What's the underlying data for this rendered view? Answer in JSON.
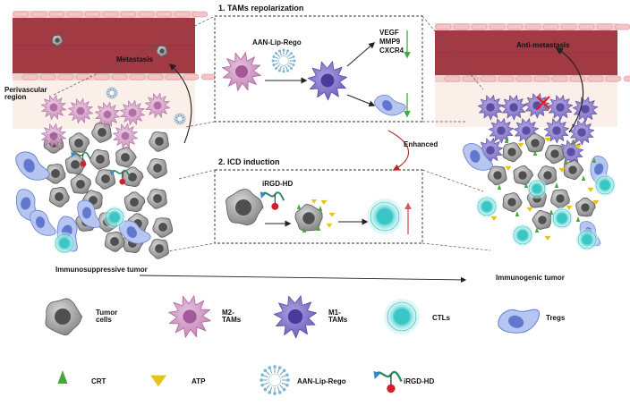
{
  "panel1": {
    "title": "1. TAMs repolarization",
    "drug": "AAN-Lip-Rego",
    "markers": [
      "VEGF",
      "MMP9",
      "CXCR4"
    ]
  },
  "panel2": {
    "title": "2. ICD induction",
    "drug": "iRGD-HD"
  },
  "enhanced": "Enhanced",
  "left": {
    "vessel_label": "Metastasis",
    "region_label": "Perivascular region",
    "tumor_label": "Immunosuppressive tumor"
  },
  "right": {
    "vessel_label": "Anti-metastasis",
    "tumor_label": "Immunogenic tumor"
  },
  "legend": {
    "row1": [
      {
        "name": "tumor",
        "label": "Tumor cells"
      },
      {
        "name": "m2",
        "label": "M2-TAMs"
      },
      {
        "name": "m1",
        "label": "M1-TAMs"
      },
      {
        "name": "ctl",
        "label": "CTLs"
      },
      {
        "name": "treg",
        "label": "Tregs"
      }
    ],
    "row2": [
      {
        "name": "crt",
        "label": "CRT"
      },
      {
        "name": "atp",
        "label": "ATP"
      },
      {
        "name": "lip",
        "label": "AAN-Lip-Rego"
      },
      {
        "name": "irgd",
        "label": "iRGD-HD"
      }
    ]
  },
  "colors": {
    "vessel": "#a23a44",
    "m2": "#cc8fc0",
    "m1": "#7b6cc4",
    "ctl": "#35c3c3",
    "treg": "#6d8ad6",
    "tumor": "#8d8d8d",
    "crt": "#4aa63a",
    "atp": "#e8c21c",
    "arrow_down": "#3fae3f",
    "arrow_up": "#d45656",
    "cross": "#e02020"
  }
}
